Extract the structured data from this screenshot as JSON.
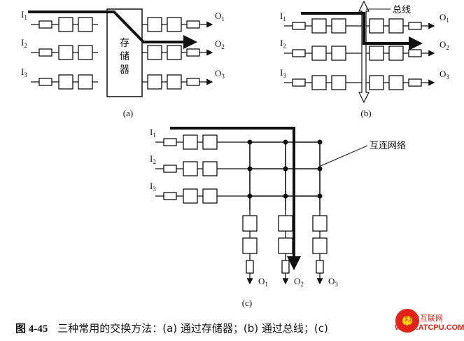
{
  "panel_a": {
    "inputs": [
      "I",
      "I",
      "I"
    ],
    "input_subs": [
      "1",
      "2",
      "3"
    ],
    "outputs": [
      "O",
      "O",
      "O"
    ],
    "output_subs": [
      "1",
      "2",
      "3"
    ],
    "memory_chars": [
      "存",
      "储",
      "器"
    ],
    "tag": "(a)"
  },
  "panel_b": {
    "inputs": [
      "I",
      "I",
      "I"
    ],
    "input_subs": [
      "1",
      "2",
      "3"
    ],
    "outputs": [
      "O",
      "O",
      "O"
    ],
    "output_subs": [
      "1",
      "2",
      "3"
    ],
    "bus_label": "总线",
    "tag": "(b)"
  },
  "panel_c": {
    "inputs": [
      "I",
      "I",
      "I"
    ],
    "input_subs": [
      "1",
      "2",
      "3"
    ],
    "outputs": [
      "O",
      "O",
      "O"
    ],
    "output_subs": [
      "1",
      "2",
      "3"
    ],
    "network_label": "互连网络",
    "tag": "(c)"
  },
  "caption": {
    "figure_no": "图 4-45",
    "text": "三种常用的交换方法：(a) 通过存储器；(b) 通过总线；(c)"
  },
  "watermark": {
    "name": "灯火互联网",
    "url": "WWW.ATCPU.COM",
    "color": "#e2231a"
  }
}
